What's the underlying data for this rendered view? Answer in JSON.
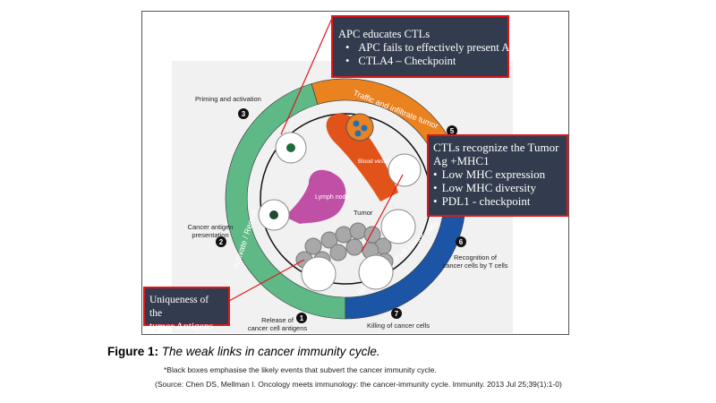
{
  "diagram": {
    "steps": [
      {
        "number": "1",
        "label_line1": "Release of",
        "label_line2": "cancer cell antigens"
      },
      {
        "number": "2",
        "label_line1": "Cancer antigen",
        "label_line2": "presentation"
      },
      {
        "number": "3",
        "label_line1": "Priming and activation",
        "label_line2": ""
      },
      {
        "number": "5",
        "label_line1": "",
        "label_line2": ""
      },
      {
        "number": "6",
        "label_line1": "Recognition of",
        "label_line2": "cancer cells by T cells"
      },
      {
        "number": "7",
        "label_line1": "Killing of cancer cells",
        "label_line2": ""
      }
    ],
    "ring_labels": {
      "green": "Activate / Recruit",
      "orange": "Traffic and infiltrate tumor",
      "blue": "Recognize and kill tumor cells"
    },
    "inner_labels": {
      "lymph": "Lymph node",
      "blood": "Blood vessel",
      "tumor": "Tumor"
    },
    "colors": {
      "green": "#5fb987",
      "orange": "#e9821f",
      "blue": "#1d55a6",
      "callout_bg": "#333c4e",
      "callout_border": "#e0161c"
    }
  },
  "callouts": {
    "apc": {
      "title": "APC educates CTLs",
      "items": [
        "APC fails to effectively present Ag",
        "CTLA4 – Checkpoint"
      ]
    },
    "ctl": {
      "title_line1": "CTLs recognize the Tumor",
      "title_line2": "Ag +MHC1",
      "items": [
        "Low MHC expression",
        "Low MHC diversity",
        "PDL1 - checkpoint"
      ]
    },
    "antigen": {
      "line1": "Uniqueness of the",
      "line2": "tumor Antigens"
    }
  },
  "caption": {
    "prefix": "Figure 1:",
    "text": "The weak links in cancer immunity cycle.",
    "note": "*Black boxes emphasise the likely events that subvert the cancer immunity  cycle.",
    "source": "(Source: Chen DS, Mellman I. Oncology meets immunology:  the cancer-immunity  cycle. Immunity.  2013 Jul 25;39(1):1-0)"
  }
}
